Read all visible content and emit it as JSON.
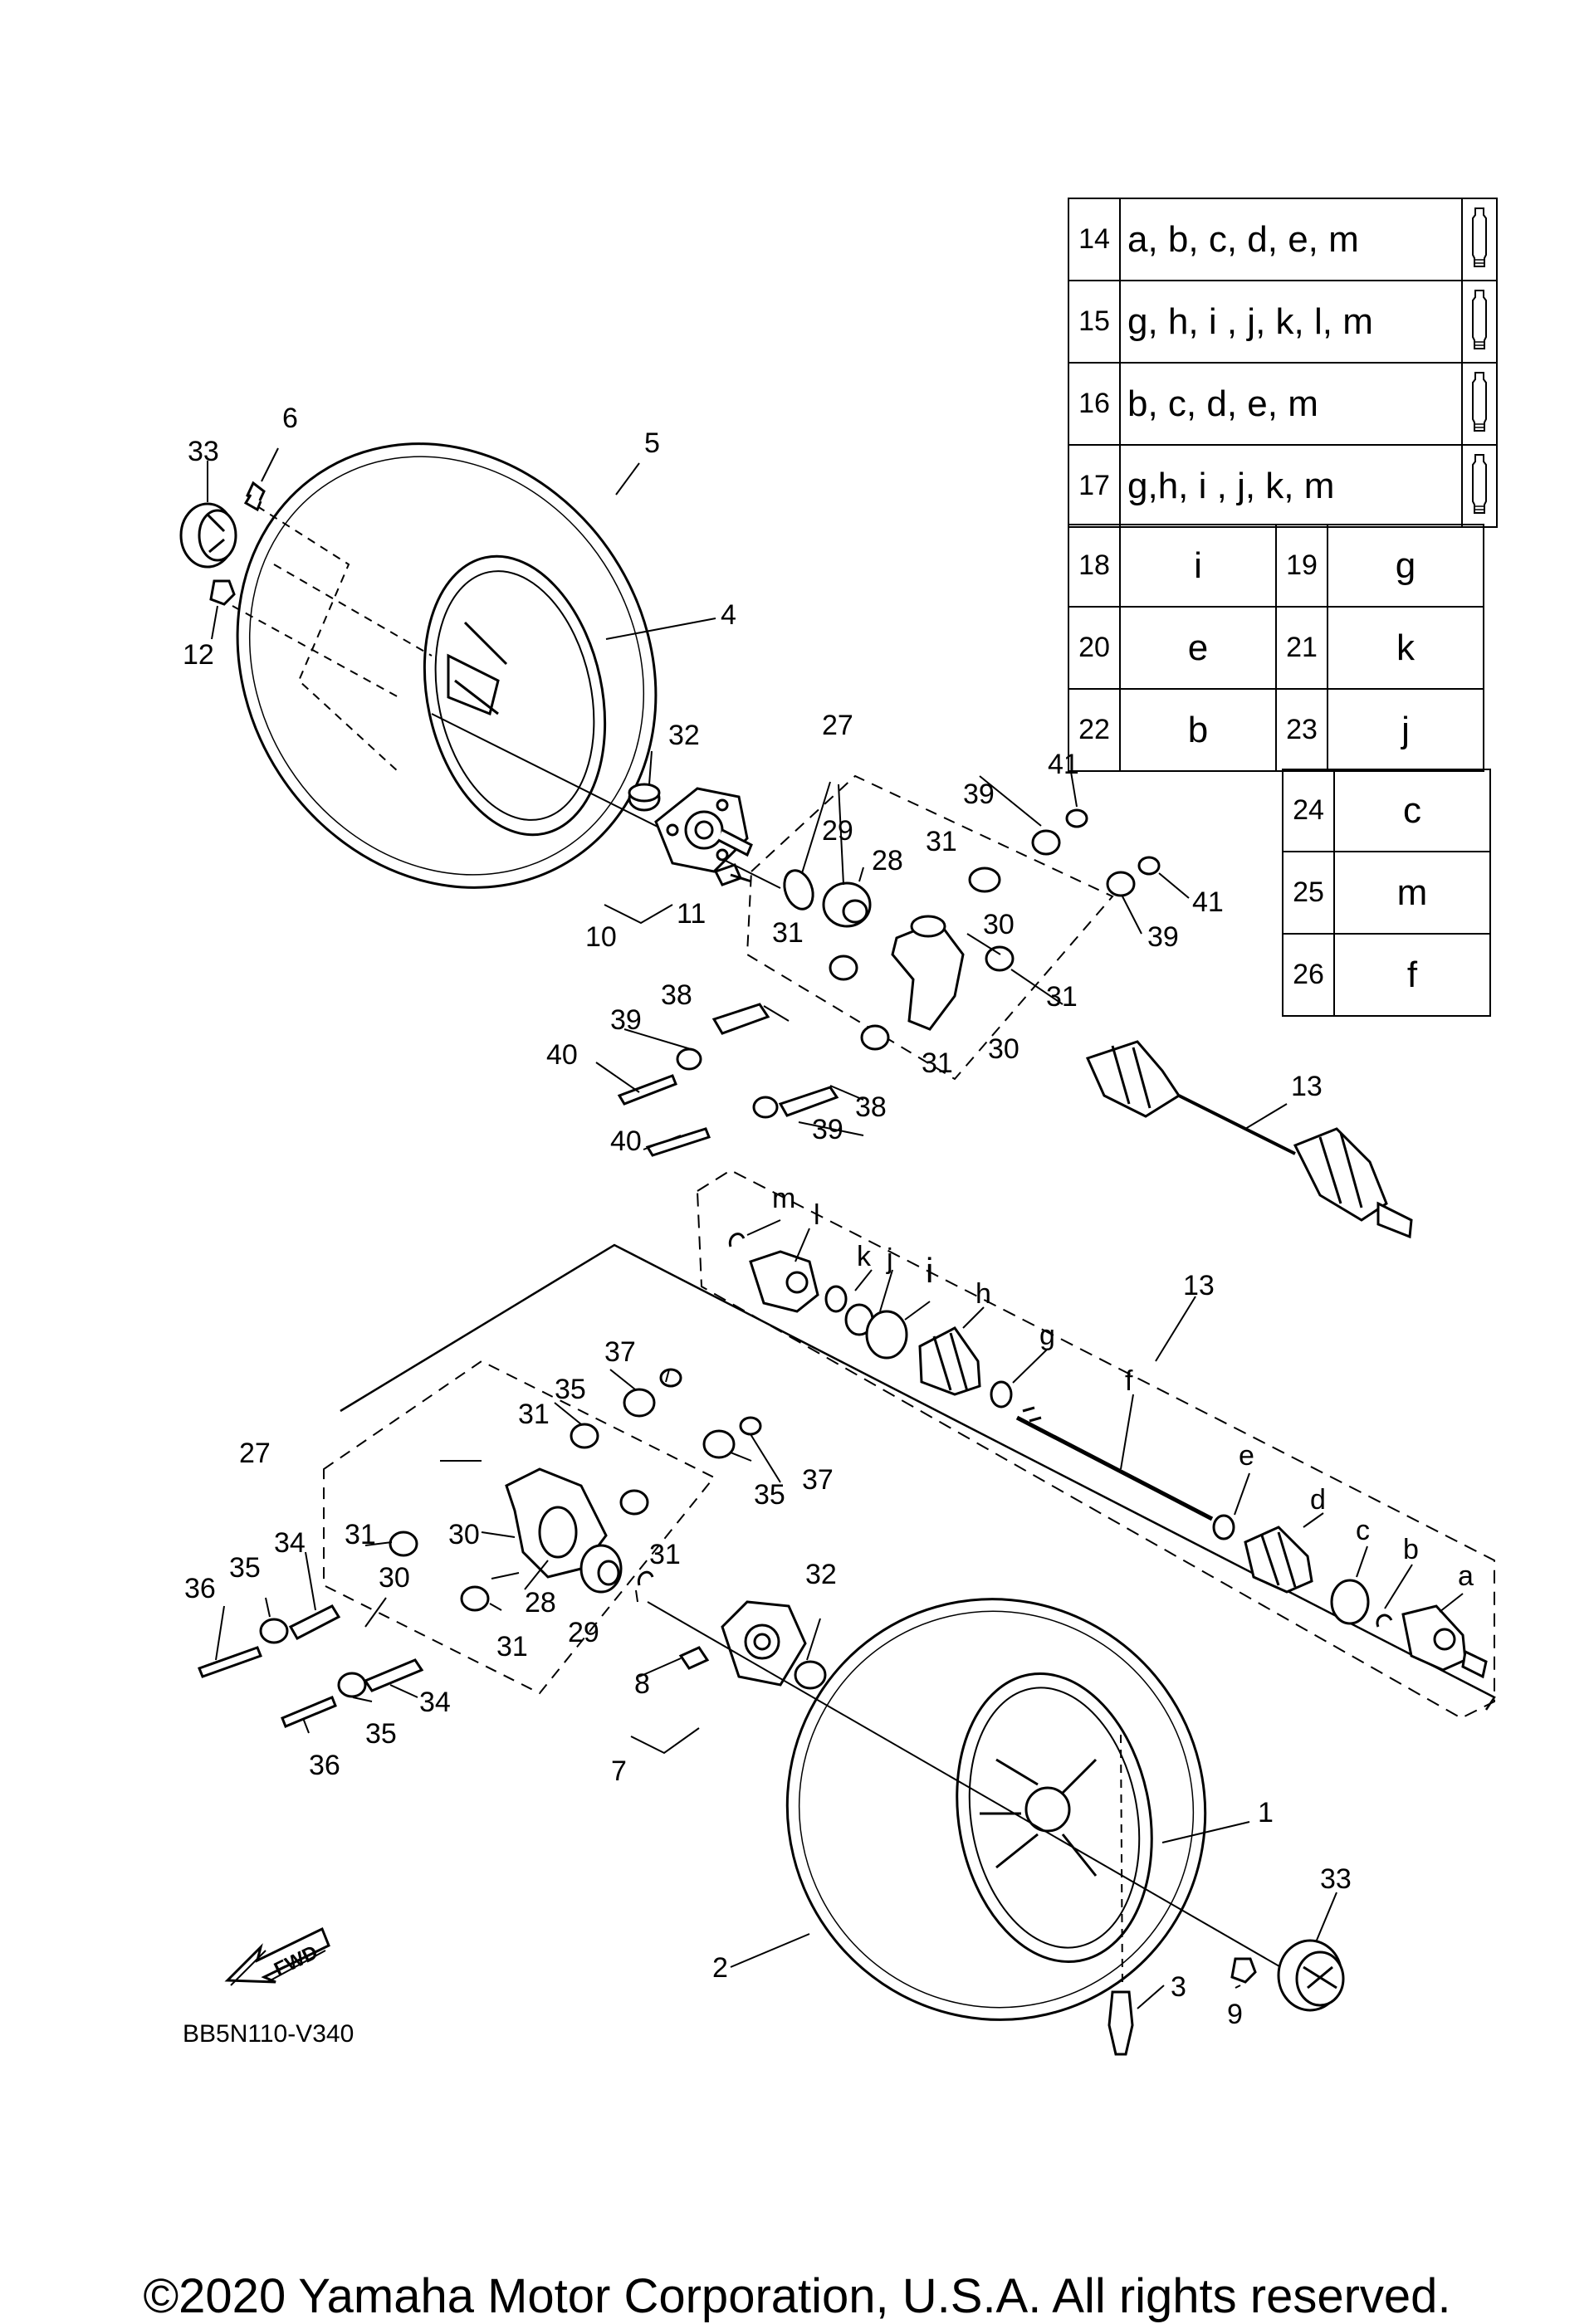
{
  "table": {
    "grease_rows": [
      {
        "num": "14",
        "codes": "a, b, c, d, e, m",
        "icon": "grease-tube-icon"
      },
      {
        "num": "15",
        "codes": "g, h, i , j, k, l, m",
        "icon": "grease-tube-icon"
      },
      {
        "num": "16",
        "codes": "b, c, d, e, m",
        "icon": "grease-tube-icon"
      },
      {
        "num": "17",
        "codes": "g,h, i , j, k, m",
        "icon": "grease-tube-icon"
      }
    ],
    "pair_rows": [
      {
        "num1": "18",
        "code1": "i",
        "num2": "19",
        "code2": "g"
      },
      {
        "num1": "20",
        "code1": "e",
        "num2": "21",
        "code2": "k"
      },
      {
        "num1": "22",
        "code1": "b",
        "num2": "23",
        "code2": "j"
      }
    ],
    "single_rows": [
      {
        "num": "24",
        "code": "c"
      },
      {
        "num": "25",
        "code": "m"
      },
      {
        "num": "26",
        "code": "f"
      }
    ]
  },
  "callouts": {
    "n1": "1",
    "n2": "2",
    "n3": "3",
    "n4": "4",
    "n5": "5",
    "n6": "6",
    "n7": "7",
    "n8": "8",
    "n9": "9",
    "n10": "10",
    "n11": "11",
    "n12": "12",
    "n13": "13",
    "n27": "27",
    "n28": "28",
    "n29": "29",
    "n30": "30",
    "n31": "31",
    "n32": "32",
    "n33": "33",
    "n34": "34",
    "n35": "35",
    "n36": "36",
    "n37": "37",
    "n38": "38",
    "n39": "39",
    "n40": "40",
    "n41": "41"
  },
  "letters": {
    "a": "a",
    "b": "b",
    "c": "c",
    "d": "d",
    "e": "e",
    "f": "f",
    "g": "g",
    "h": "h",
    "i": "i",
    "j": "j",
    "k": "k",
    "l": "l",
    "m": "m"
  },
  "fwd_label": "FWD",
  "drawing_code": "BB5N110-V340",
  "copyright": "©2020 Yamaha Motor Corporation, U.S.A. All rights reserved."
}
